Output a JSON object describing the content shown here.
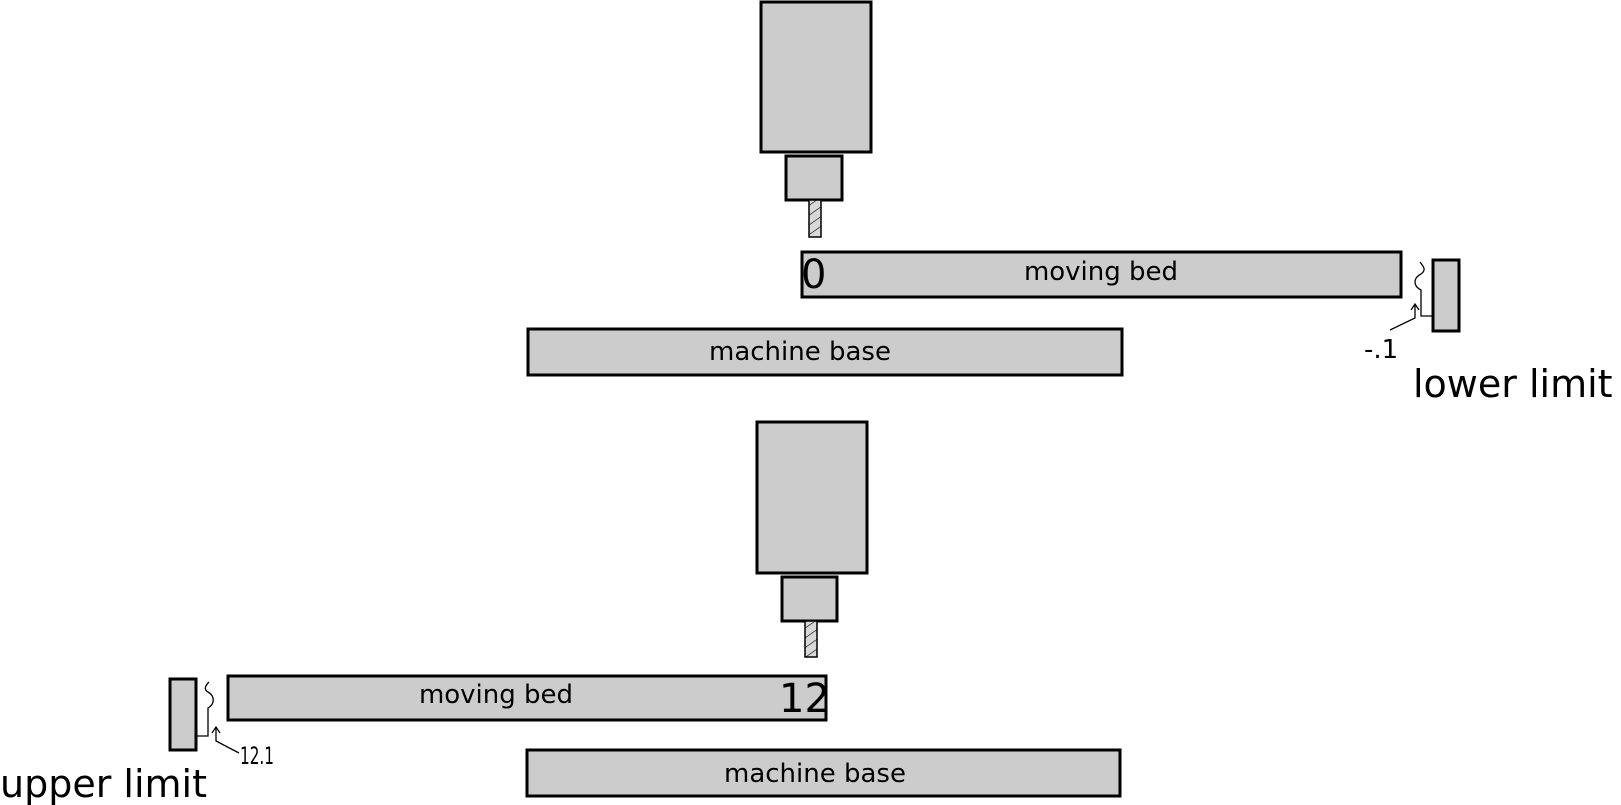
{
  "lower_scene": {
    "moving_bed_label": "moving bed",
    "machine_base_label": "machine base",
    "position_value": "0",
    "switch_offset": "-.1",
    "limit_label": "lower limit"
  },
  "upper_scene": {
    "moving_bed_label": "moving bed",
    "machine_base_label": "machine base",
    "position_value": "12",
    "switch_offset": "12.1",
    "limit_label": "upper limit"
  },
  "colors": {
    "part_fill": "#cccccc",
    "outline": "#000000",
    "background": "#ffffff"
  }
}
